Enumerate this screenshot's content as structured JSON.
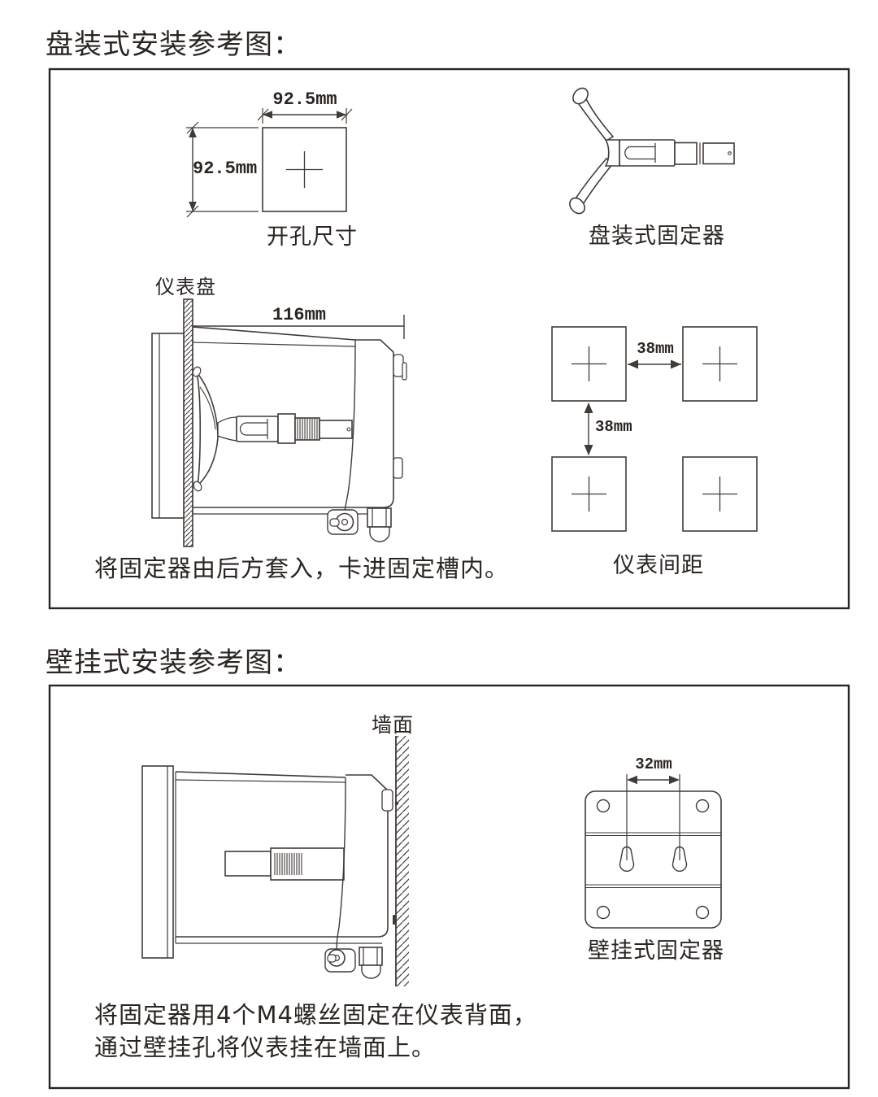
{
  "colors": {
    "background": "#ffffff",
    "line": "#413b38",
    "text": "#2b2522"
  },
  "sections": [
    {
      "title": "盘装式安装参考图：",
      "figures": {
        "cutout": {
          "width_label": "92.5mm",
          "height_label": "92.5mm",
          "caption": "开孔尺寸"
        },
        "panel_fixture": {
          "caption": "盘装式固定器"
        },
        "panel_side_view": {
          "panel_label": "仪表盘",
          "depth_label": "116mm",
          "caption": "将固定器由后方套入，卡进固定槽内。"
        },
        "spacing": {
          "horizontal_label": "38mm",
          "vertical_label": "38mm",
          "caption": "仪表间距"
        }
      }
    },
    {
      "title": "壁挂式安装参考图：",
      "figures": {
        "wall_side_view": {
          "wall_label": "墙面",
          "caption_line1": "将固定器用4个M4螺丝固定在仪表背面，",
          "caption_line2": "通过壁挂孔将仪表挂在墙面上。"
        },
        "wall_fixture": {
          "width_label": "32mm",
          "caption": "壁挂式固定器"
        }
      }
    }
  ]
}
